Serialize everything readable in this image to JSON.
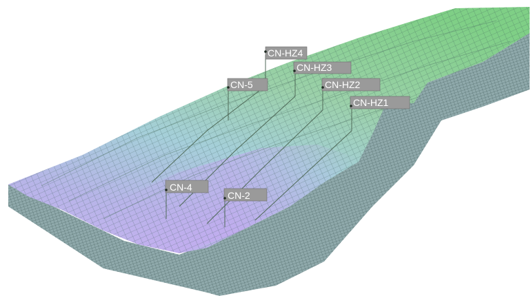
{
  "wells": [
    {
      "name": "CN-HZ4"
    },
    {
      "name": "CN-HZ3"
    },
    {
      "name": "CN-5"
    },
    {
      "name": "CN-HZ2"
    },
    {
      "name": "CN-HZ1"
    },
    {
      "name": "CN-4"
    },
    {
      "name": "CN-2"
    }
  ],
  "colors": {
    "grid_top": "#9fd3a4",
    "grid_mid": "#a6cfd8",
    "grid_low": "#b9b3e6",
    "grid_line": "#3f5e5a",
    "side_face": "#8aa7a9",
    "label_bg": "#9a9a9a",
    "label_text": "#ffffff"
  }
}
